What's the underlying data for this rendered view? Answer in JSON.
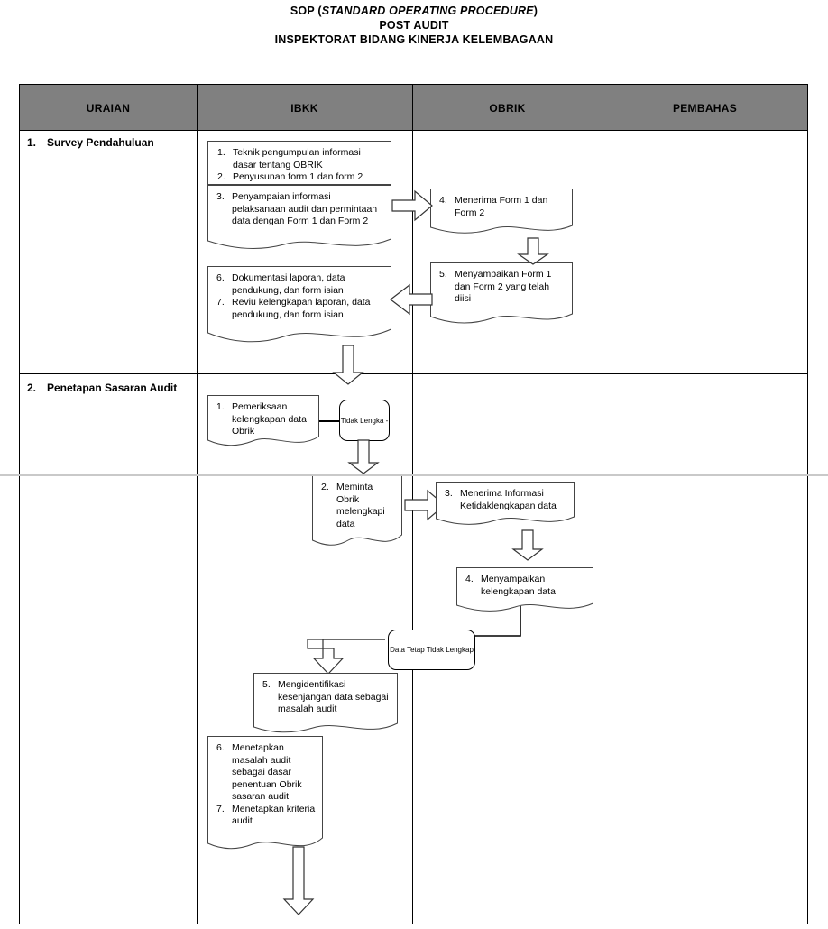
{
  "title": {
    "line1_a": "SOP (",
    "line1_b": "STANDARD OPERATING PROCEDURE",
    "line1_c": ")",
    "line2": "POST AUDIT",
    "line3": "INSPEKTORAT BIDANG KINERJA KELEMBAGAAN"
  },
  "header": {
    "columns": [
      "URAIAN",
      "IBKK",
      "OBRIK",
      "PEMBAHAS"
    ],
    "bg_color": "#808080"
  },
  "sections": [
    {
      "number": "1.",
      "label": "Survey Pendahuluan"
    },
    {
      "number": "2.",
      "label": "Penetapan Sasaran Audit"
    }
  ],
  "steps": {
    "s1_ibkk_a": {
      "items": [
        {
          "n": "1.",
          "text": "Teknik pengumpulan informasi dasar tentang OBRIK"
        },
        {
          "n": "2.",
          "text": "Penyusunan form 1 dan form 2"
        }
      ]
    },
    "s1_ibkk_b": {
      "items": [
        {
          "n": "3.",
          "text": "Penyampaian informasi pelaksanaan audit dan permintaan data dengan Form 1 dan Form 2"
        }
      ]
    },
    "s1_ibkk_c": {
      "items": [
        {
          "n": "6.",
          "text": "Dokumentasi laporan, data pendukung, dan form isian"
        },
        {
          "n": "7.",
          "text": "Reviu kelengkapan laporan, data pendukung, dan form isian"
        }
      ]
    },
    "s1_obrik_a": {
      "items": [
        {
          "n": "4.",
          "text": "Menerima Form 1 dan Form 2"
        }
      ]
    },
    "s1_obrik_b": {
      "items": [
        {
          "n": "5.",
          "text": "Menyampaikan Form 1 dan Form 2 yang telah diisi"
        }
      ]
    },
    "s2_ibkk_1": {
      "items": [
        {
          "n": "1.",
          "text": "Pemeriksaan kelengkapan data Obrik"
        }
      ]
    },
    "s2_decision_1": {
      "text": "Tidak Lengka -"
    },
    "s2_ibkk_2": {
      "items": [
        {
          "n": "2.",
          "text": "Meminta Obrik melengkapi data"
        }
      ]
    },
    "s2_obrik_3": {
      "items": [
        {
          "n": "3.",
          "text": "Menerima Informasi Ketidaklengkapan data"
        }
      ]
    },
    "s2_obrik_4": {
      "items": [
        {
          "n": "4.",
          "text": "Menyampaikan kelengkapan data"
        }
      ]
    },
    "s2_decision_2": {
      "text": "Data Tetap Tidak Lengkap"
    },
    "s2_ibkk_5": {
      "items": [
        {
          "n": "5.",
          "text": "Mengidentifikasi kesenjangan data sebagai masalah audit"
        }
      ]
    },
    "s2_ibkk_67": {
      "items": [
        {
          "n": "6.",
          "text": "Menetapkan masalah audit sebagai dasar penentuan Obrik sasaran audit"
        },
        {
          "n": "7.",
          "text": "Menetapkan kriteria audit"
        }
      ]
    }
  }
}
